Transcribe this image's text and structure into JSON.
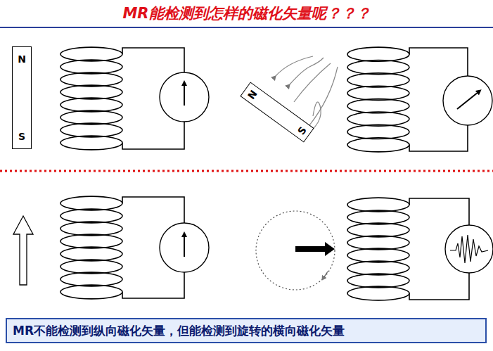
{
  "diagram": {
    "title": "MR能检测到怎样的磁化矢量呢？？？",
    "caption": "MR不能检测到纵向磁化矢量，但能检测到旋转的横向磁化矢量",
    "nodes": [
      {
        "text": [
          "N",
          "S"
        ]
      },
      {
        "text": [
          "N",
          "S"
        ]
      }
    ]
  }
}
